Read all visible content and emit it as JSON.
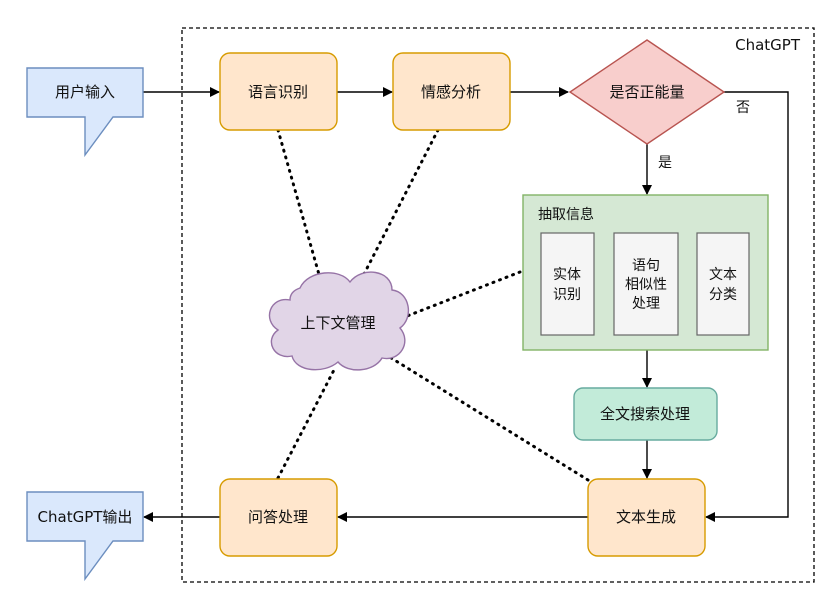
{
  "container": {
    "title": "ChatGPT"
  },
  "nodes": {
    "user_input": "用户输入",
    "lang_recog": "语言识别",
    "sentiment": "情感分析",
    "decision": "是否正能量",
    "extract": "抽取信息",
    "entity_line1": "实体",
    "entity_line2": "识别",
    "similar_line1": "语句",
    "similar_line2": "相似性",
    "similar_line3": "处理",
    "classify_line1": "文本",
    "classify_line2": "分类",
    "fulltext": "全文搜索处理",
    "context": "上下文管理",
    "qa": "问答处理",
    "textgen": "文本生成",
    "output": "ChatGPT输出"
  },
  "edges": {
    "yes": "是",
    "no": "否"
  },
  "colors": {
    "orange_fill": "#ffe6cc",
    "orange_stroke": "#d79b00",
    "blue_fill": "#dae8fc",
    "blue_stroke": "#6c8ebf",
    "red_fill": "#f8cecc",
    "red_stroke": "#b85450",
    "green_fill": "#d5e8d4",
    "green_stroke": "#82b366",
    "teal_fill": "#c2ebd9",
    "teal_stroke": "#67ab9f",
    "purple_fill": "#e1d5e7",
    "purple_stroke": "#9673a6",
    "gray_fill": "#f5f5f5",
    "gray_stroke": "#666666"
  }
}
